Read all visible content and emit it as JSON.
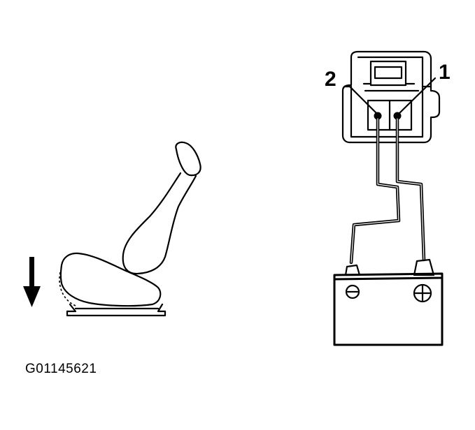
{
  "figure": {
    "code": "G01145621"
  },
  "connector": {
    "terminal_1_label": "1",
    "terminal_2_label": "2"
  },
  "battery": {
    "negative_symbol": "⊖",
    "positive_symbol": "⊕"
  },
  "icons": {
    "seat": "seat-icon",
    "direction_arrow": "arrow-down-icon",
    "connector": "connector-icon",
    "battery": "battery-icon"
  },
  "colors": {
    "line": "#000000",
    "background": "#ffffff"
  }
}
